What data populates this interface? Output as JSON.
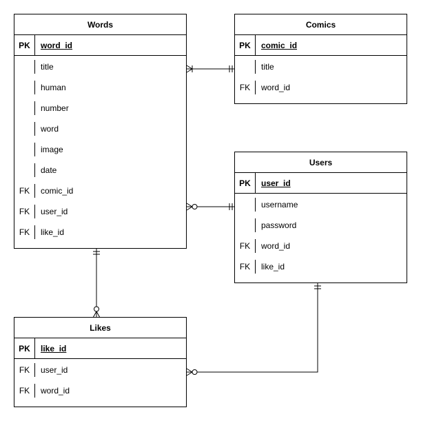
{
  "entities": {
    "words": {
      "title": "Words",
      "pk": {
        "key": "PK",
        "name": "word_id"
      },
      "fields": [
        {
          "key": "",
          "name": "title"
        },
        {
          "key": "",
          "name": "human"
        },
        {
          "key": "",
          "name": "number"
        },
        {
          "key": "",
          "name": "word"
        },
        {
          "key": "",
          "name": "image"
        },
        {
          "key": "",
          "name": "date"
        },
        {
          "key": "FK",
          "name": "comic_id"
        },
        {
          "key": "FK",
          "name": "user_id"
        },
        {
          "key": "FK",
          "name": "like_id"
        }
      ]
    },
    "comics": {
      "title": "Comics",
      "pk": {
        "key": "PK",
        "name": "comic_id"
      },
      "fields": [
        {
          "key": "",
          "name": "title"
        },
        {
          "key": "FK",
          "name": "word_id"
        }
      ]
    },
    "users": {
      "title": "Users",
      "pk": {
        "key": "PK",
        "name": "user_id"
      },
      "fields": [
        {
          "key": "",
          "name": "username"
        },
        {
          "key": "",
          "name": "password"
        },
        {
          "key": "FK",
          "name": "word_id"
        },
        {
          "key": "FK",
          "name": "like_id"
        }
      ]
    },
    "likes": {
      "title": "Likes",
      "pk": {
        "key": "PK",
        "name": "like_id"
      },
      "fields": [
        {
          "key": "FK",
          "name": "user_id"
        },
        {
          "key": "FK",
          "name": "word_id"
        }
      ]
    }
  },
  "relationships": [
    {
      "from": "words",
      "from_cardinality": "one-or-many",
      "to": "comics",
      "to_cardinality": "exactly-one"
    },
    {
      "from": "words",
      "from_cardinality": "zero-or-many",
      "to": "users",
      "to_cardinality": "exactly-one"
    },
    {
      "from": "words",
      "from_cardinality": "exactly-one",
      "to": "likes",
      "to_cardinality": "zero-or-many"
    },
    {
      "from": "users",
      "from_cardinality": "exactly-one",
      "to": "likes",
      "to_cardinality": "zero-or-many"
    }
  ]
}
